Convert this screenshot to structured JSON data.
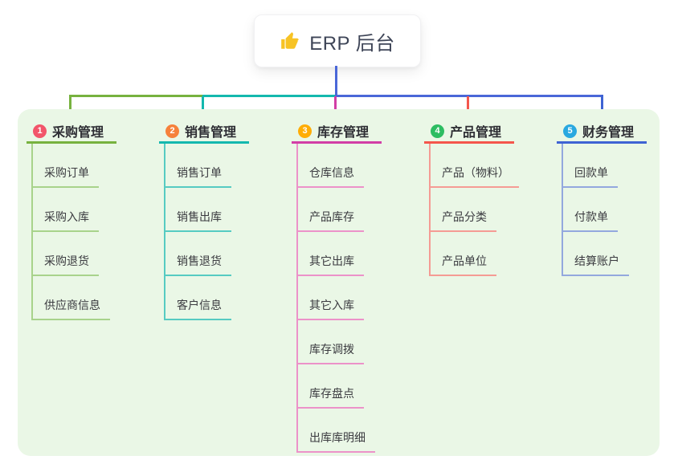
{
  "root": {
    "label": "ERP 后台",
    "icon": "thumbs-up-icon",
    "icon_color": "#F7C325"
  },
  "panel_background": "#EAF7E6",
  "connectors": {
    "root_line_color": "#4A67D8",
    "rail_left_color": "#77B23F",
    "rail_mid_color": "#14B8AE",
    "rail_right_color": "#4A67D8"
  },
  "branches": [
    {
      "badge": "1",
      "badge_color": "#F2556A",
      "title": "采购管理",
      "color": "#77B23F",
      "light_color": "#A8D38B",
      "children": [
        "采购订单",
        "采购入库",
        "采购退货",
        "供应商信息"
      ]
    },
    {
      "badge": "2",
      "badge_color": "#F6813B",
      "title": "销售管理",
      "color": "#14B8AE",
      "light_color": "#56CBC2",
      "children": [
        "销售订单",
        "销售出库",
        "销售退货",
        "客户信息"
      ]
    },
    {
      "badge": "3",
      "badge_color": "#FFAD05",
      "title": "库存管理",
      "color": "#D23EA6",
      "light_color": "#EC92C9",
      "children": [
        "仓库信息",
        "产品库存",
        "其它出库",
        "其它入库",
        "库存调拨",
        "库存盘点",
        "出库库明细"
      ]
    },
    {
      "badge": "4",
      "badge_color": "#2DBD62",
      "title": "产品管理",
      "color": "#F4564C",
      "light_color": "#F59B94",
      "children": [
        "产品（物料）",
        "产品分类",
        "产品单位"
      ]
    },
    {
      "badge": "5",
      "badge_color": "#29A8E0",
      "title": "财务管理",
      "color": "#3E63D3",
      "light_color": "#93A8DE",
      "children": [
        "回款单",
        "付款单",
        "结算账户"
      ]
    }
  ]
}
